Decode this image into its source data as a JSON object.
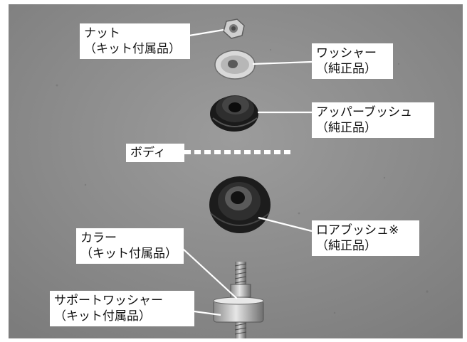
{
  "image": {
    "subject": "exploded-view parts photo",
    "colors": {
      "background": "#8e8e8e",
      "frame": "#ffffff",
      "label_background": "#ffffff",
      "leader_line": "#ffffff",
      "metal": "#c8c8c8",
      "rubber": "#1c1c1c"
    }
  },
  "labels": {
    "nut": {
      "line1": "ナット",
      "line2": "（キット付属品）"
    },
    "washer": {
      "line1": "ワッシャー",
      "line2": "（純正品）"
    },
    "upper_bush": {
      "line1": "アッパーブッシュ",
      "line2": "（純正品）"
    },
    "body": {
      "line1": "ボディ"
    },
    "lower_bush": {
      "line1": "ロアブッシュ※",
      "line2": "（純正品）"
    },
    "collar": {
      "line1": "カラー",
      "line2": "（キット付属品）"
    },
    "support_washer": {
      "line1": "サポートワッシャー",
      "line2": "（キット付属品）"
    }
  }
}
